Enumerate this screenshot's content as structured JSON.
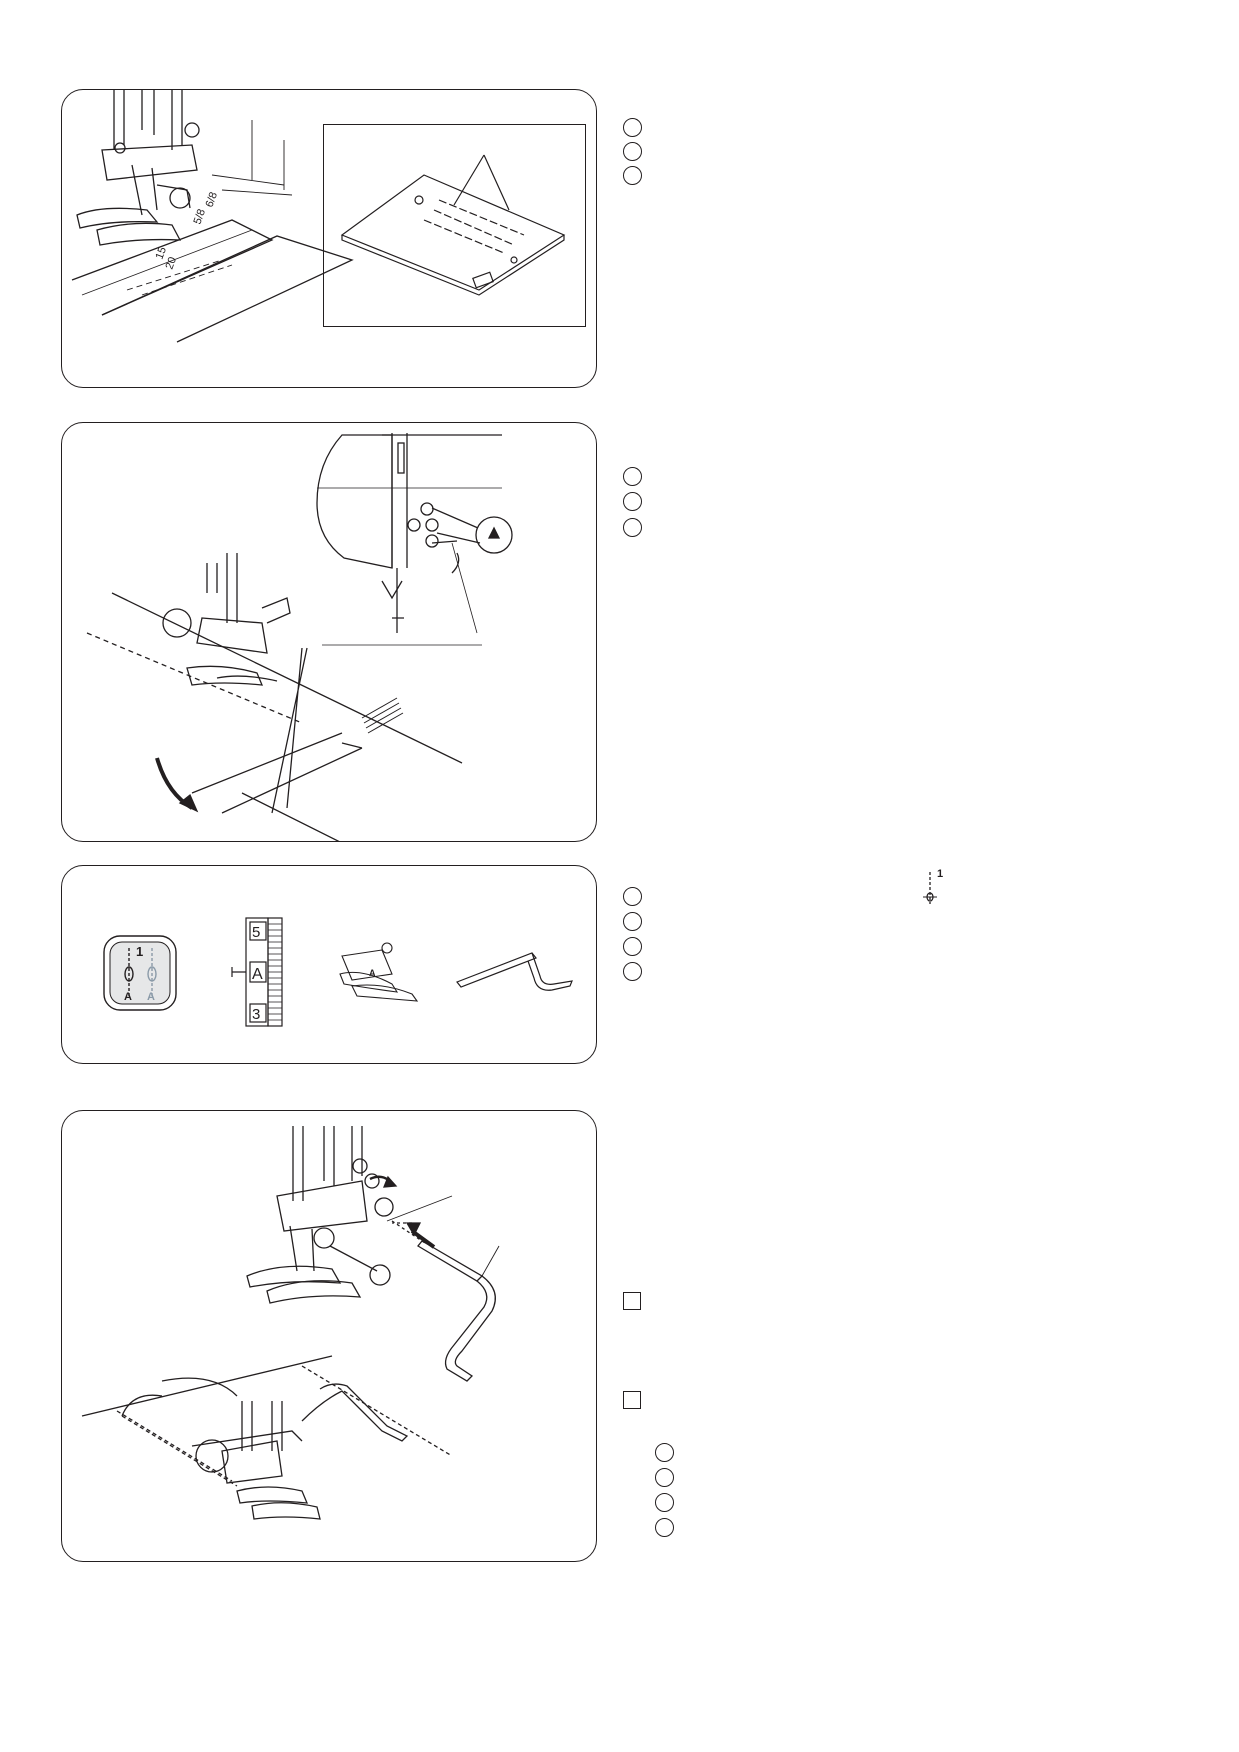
{
  "panels": {
    "seam_guide": {
      "plate_marks": [
        "5/8",
        "6/8",
        "15",
        "20"
      ]
    },
    "pivot": {},
    "settings": {
      "pattern_number": "1",
      "pattern_letters": [
        "A",
        "A"
      ],
      "dial_numbers": [
        "5",
        "A",
        "3"
      ],
      "foot_letter": "A"
    },
    "guide_bar": {}
  },
  "sidebar": {
    "pattern_icon_number": "1"
  },
  "colors": {
    "line": "#231f20",
    "screen_fill": "#e6e7e8",
    "faded_stitch": "#8a9aa8"
  }
}
